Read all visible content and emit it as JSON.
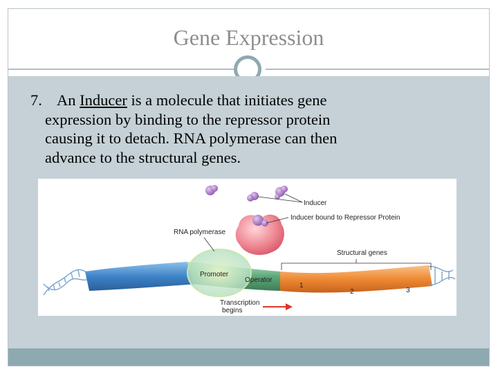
{
  "slide": {
    "title": "Gene Expression",
    "item_number": "7.",
    "text_before": "An ",
    "term": "Inducer",
    "text_line1_after": " is a molecule that initiates gene",
    "text_line2": "expression by binding to the repressor protein",
    "text_line3": "causing it to detach. RNA polymerase can then",
    "text_line4": "advance to the structural genes."
  },
  "diagram": {
    "labels": {
      "inducer": "Inducer",
      "inducer_bound": "Inducer bound to Repressor Protein",
      "rna_polymerase": "RNA polymerase",
      "structural_genes": "Structural genes",
      "promoter": "Promoter",
      "operator": "Operator",
      "gene1": "1",
      "gene2": "2",
      "gene3": "3",
      "transcription_line1": "Transcription",
      "transcription_line2": "begins"
    },
    "colors": {
      "dna_blue": "#3f84c8",
      "promoter_green": "#6fbf8e",
      "operator_green": "#5ea97a",
      "genes_orange": "#ef8a34",
      "repressor_pink": "#e86b78",
      "inducer_purple": "#9b6db8",
      "arrow_red": "#d9382b"
    }
  }
}
